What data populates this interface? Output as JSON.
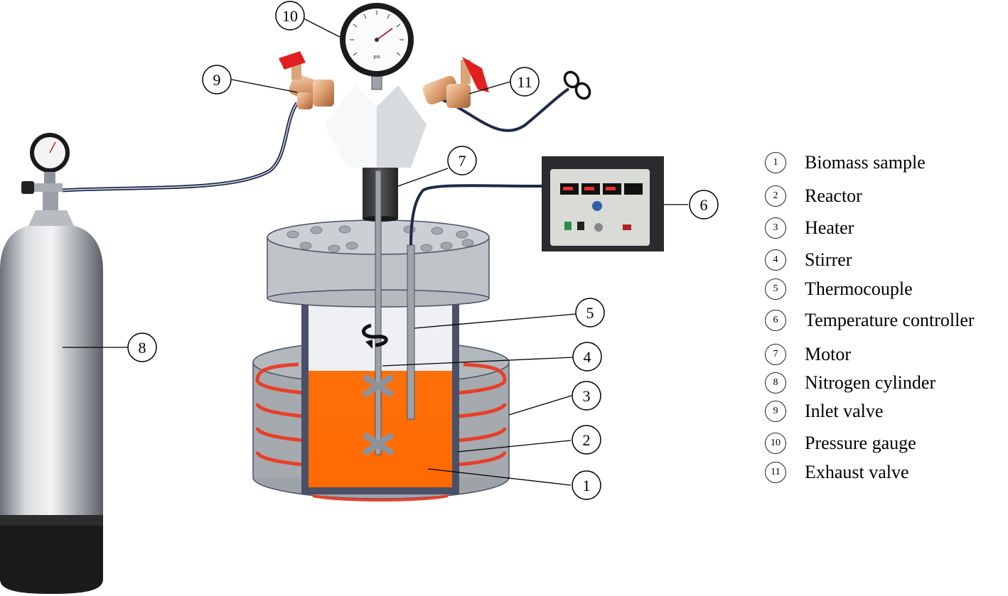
{
  "legend": [
    {
      "num": "1",
      "text": "Biomass sample"
    },
    {
      "num": "2",
      "text": "Reactor"
    },
    {
      "num": "3",
      "text": "Heater"
    },
    {
      "num": "4",
      "text": "Stirrer"
    },
    {
      "num": "5",
      "text": "Thermocouple"
    },
    {
      "num": "6",
      "text": "Temperature controller"
    },
    {
      "num": "7",
      "text": "Motor"
    },
    {
      "num": "8",
      "text": "Nitrogen cylinder"
    },
    {
      "num": "9",
      "text": "Inlet valve"
    },
    {
      "num": "10",
      "text": "Pressure gauge"
    },
    {
      "num": "11",
      "text": "Exhaust valve"
    }
  ],
  "callouts": {
    "c1": "1",
    "c2": "2",
    "c3": "3",
    "c4": "4",
    "c5": "5",
    "c6": "6",
    "c7": "7",
    "c8": "8",
    "c9": "9",
    "c10": "10",
    "c11": "11"
  },
  "gauge_unit": "psi",
  "colors": {
    "biomass": "#ff6a00",
    "heater_coil": "#e8402a",
    "reactor_wall": "#4a5068",
    "cylinder": "#b8bcc2",
    "valve_red": "#e02020",
    "copper": "#d99a6a"
  }
}
